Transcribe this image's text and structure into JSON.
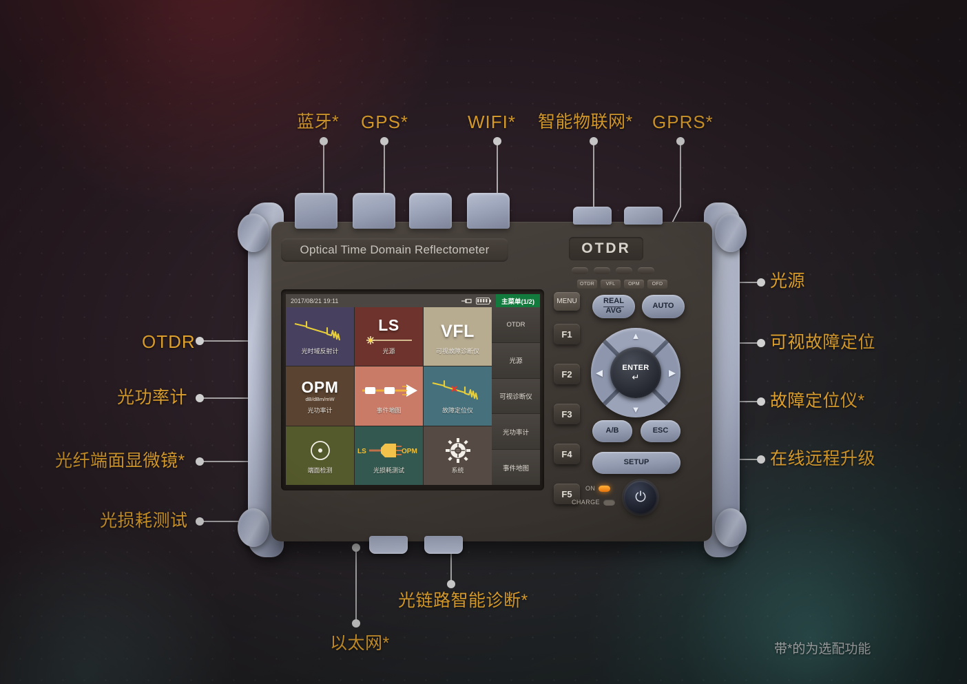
{
  "callouts": {
    "top": [
      {
        "label": "蓝牙*",
        "name": "callout-bluetooth"
      },
      {
        "label": "GPS*",
        "name": "callout-gps"
      },
      {
        "label": "WIFI*",
        "name": "callout-wifi"
      },
      {
        "label": "智能物联网*",
        "name": "callout-iot"
      },
      {
        "label": "GPRS*",
        "name": "callout-gprs"
      }
    ],
    "left": [
      {
        "label": "OTDR",
        "name": "callout-otdr"
      },
      {
        "label": "光功率计",
        "name": "callout-opm"
      },
      {
        "label": "光纤端面显微镜*",
        "name": "callout-fiber-scope"
      },
      {
        "label": "光损耗测试",
        "name": "callout-loss-test"
      }
    ],
    "right": [
      {
        "label": "光源",
        "name": "callout-light-source"
      },
      {
        "label": "可视故障定位",
        "name": "callout-vfl"
      },
      {
        "label": "故障定位仪*",
        "name": "callout-fault-locator"
      },
      {
        "label": "在线远程升级",
        "name": "callout-remote-upgrade"
      }
    ],
    "bottom": [
      {
        "label": "以太网*",
        "name": "callout-ethernet"
      },
      {
        "label": "光链路智能诊断*",
        "name": "callout-smart-diagnosis"
      }
    ],
    "footnote": "带*的为选配功能"
  },
  "device": {
    "nameplate": "Optical Time Domain Reflectometer",
    "badge": "OTDR"
  },
  "screen": {
    "status": {
      "datetime": "2017/08/21 19:11",
      "menu_pill": "主菜单(1/2)"
    },
    "tiles": [
      {
        "label": "光时域反射计",
        "big": "",
        "sub": "",
        "glyph": "otdr-trace-icon",
        "bg": "#47405e"
      },
      {
        "label": "光源",
        "big": "LS",
        "sub": "",
        "glyph": "light-source-icon",
        "bg": "#6e332c"
      },
      {
        "label": "可视故障诊断仪",
        "big": "VFL",
        "sub": "",
        "glyph": "",
        "bg": "#b7ab90"
      },
      {
        "label": "光功率计",
        "big": "OPM",
        "sub": "dB/dBm/mW",
        "glyph": "",
        "bg": "#5a4330"
      },
      {
        "label": "事件地图",
        "big": "",
        "sub": "",
        "glyph": "event-map-icon",
        "bg": "#c97b68"
      },
      {
        "label": "故障定位仪",
        "big": "",
        "sub": "",
        "glyph": "fault-trace-icon",
        "bg": "#45707c"
      },
      {
        "label": "端面检测",
        "big": "",
        "sub": "",
        "glyph": "endface-icon",
        "bg": "#555a2c"
      },
      {
        "label": "光损耗测试",
        "big": "",
        "sub": "",
        "glyph": "loss-test-icon",
        "bg": "#32584f"
      },
      {
        "label": "系统",
        "big": "",
        "sub": "",
        "glyph": "gear-icon",
        "bg": "#554a44"
      }
    ],
    "softkeys": [
      "OTDR",
      "光源",
      "可视诊断仪",
      "光功率计",
      "事件地图"
    ]
  },
  "keypad": {
    "leds": [
      "OTDR",
      "VFL",
      "OPM",
      "OFD"
    ],
    "menu": "MENU",
    "fkeys": [
      "F1",
      "F2",
      "F3",
      "F4",
      "F5"
    ],
    "real": "REAL",
    "avg": "AVG",
    "auto": "AUTO",
    "enter": "ENTER",
    "enter_arrow": "↵",
    "arrow_up": "▲",
    "arrow_down": "▼",
    "arrow_left": "◀",
    "arrow_right": "▶",
    "ab": "A/B",
    "esc": "ESC",
    "setup": "SETUP",
    "on": "ON",
    "charge": "CHARGE",
    "power_glyph": "⏻"
  }
}
